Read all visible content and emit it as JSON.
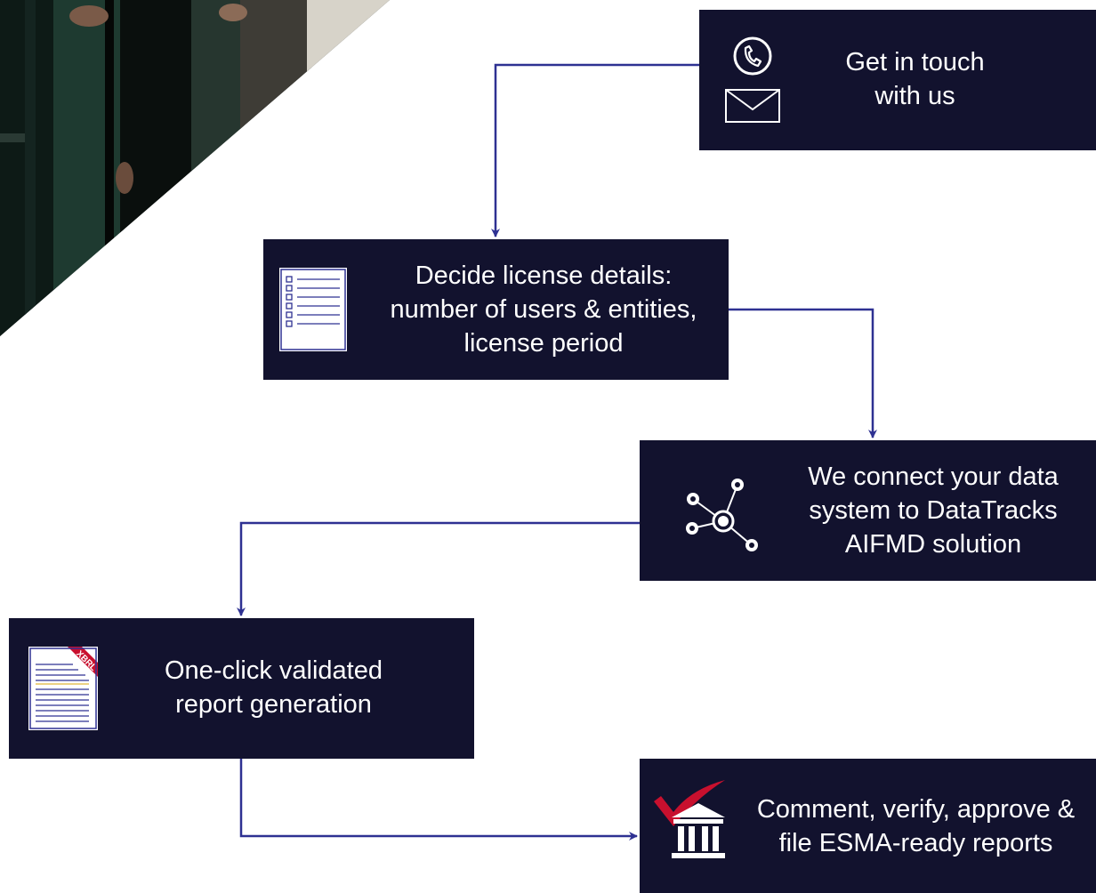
{
  "colors": {
    "box_background": "#12122e",
    "connector": "#2e3192",
    "icon_stroke": "#ffffff",
    "checkmark": "#c8102e",
    "ribbon": "#c8102e"
  },
  "steps": [
    {
      "label_lines": [
        "Get in touch",
        "with us"
      ],
      "icons": [
        "phone-icon",
        "envelope-icon"
      ]
    },
    {
      "label_lines": [
        "Decide license details:",
        "number of users & entities,",
        "license period"
      ],
      "icons": [
        "checklist-document-icon"
      ]
    },
    {
      "label_lines": [
        "We connect your data",
        "system to DataTracks",
        "AIFMD solution"
      ],
      "icons": [
        "network-nodes-icon"
      ]
    },
    {
      "label_lines": [
        "One-click validated",
        "report generation"
      ],
      "icons": [
        "xbrl-document-icon"
      ],
      "ribbon_text": "XBRL"
    },
    {
      "label_lines": [
        "Comment, verify, approve &",
        "file ESMA-ready reports"
      ],
      "icons": [
        "checkmark-icon",
        "bank-building-icon"
      ]
    }
  ]
}
